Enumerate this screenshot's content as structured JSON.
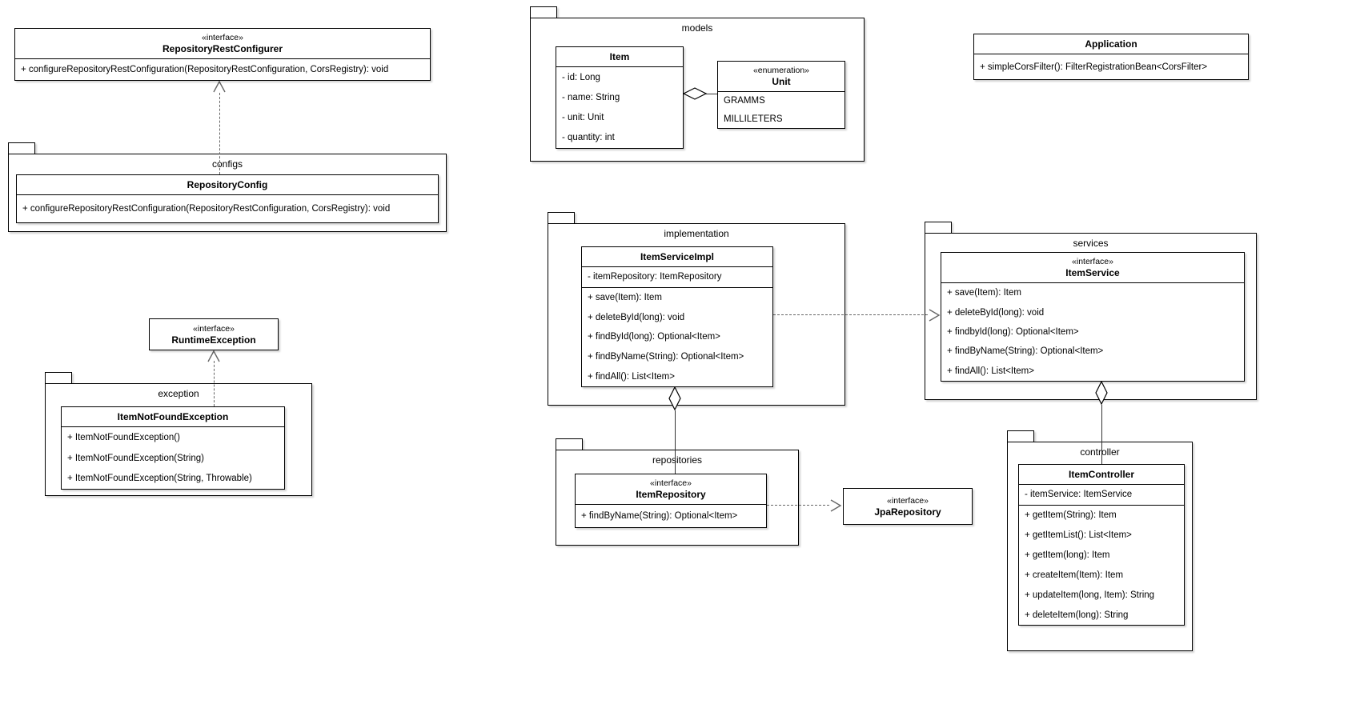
{
  "packages": {
    "configs": "configs",
    "exception": "exception",
    "models": "models",
    "implementation": "implementation",
    "services": "services",
    "repositories": "repositories",
    "controller": "controller"
  },
  "classes": {
    "repository_rest_configurer": {
      "stereotype": "«interface»",
      "name": "RepositoryRestConfigurer",
      "methods": [
        "+ configureRepositoryRestConfiguration(RepositoryRestConfiguration, CorsRegistry): void"
      ]
    },
    "repository_config": {
      "name": "RepositoryConfig",
      "methods": [
        "+ configureRepositoryRestConfiguration(RepositoryRestConfiguration, CorsRegistry): void"
      ]
    },
    "runtime_exception": {
      "stereotype": "«interface»",
      "name": "RuntimeException"
    },
    "item_not_found_exception": {
      "name": "ItemNotFoundException",
      "methods": [
        "+ ItemNotFoundException()",
        "+ ItemNotFoundException(String)",
        "+ ItemNotFoundException(String, Throwable)"
      ]
    },
    "item": {
      "name": "Item",
      "attributes": [
        "- id: Long",
        "- name: String",
        "- unit: Unit",
        "- quantity: int"
      ]
    },
    "unit": {
      "stereotype": "«enumeration»",
      "name": "Unit",
      "values": [
        "GRAMMS",
        "MILLILETERS"
      ]
    },
    "application": {
      "name": "Application",
      "methods": [
        "+ simpleCorsFilter(): FilterRegistrationBean<CorsFilter>"
      ]
    },
    "item_service_impl": {
      "name": "ItemServiceImpl",
      "attributes": [
        "- itemRepository: ItemRepository"
      ],
      "methods": [
        "+ save(Item): Item",
        "+ deleteById(long): void",
        "+ findById(long): Optional<Item>",
        "+ findByName(String): Optional<Item>",
        "+ findAll(): List<Item>"
      ]
    },
    "item_service": {
      "stereotype": "«interface»",
      "name": "ItemService",
      "methods": [
        "+ save(Item): Item",
        "+ deleteById(long): void",
        "+ findbyId(long): Optional<Item>",
        "+ findByName(String): Optional<Item>",
        "+ findAll(): List<Item>"
      ]
    },
    "item_repository": {
      "stereotype": "«interface»",
      "name": "ItemRepository",
      "methods": [
        "+ findByName(String): Optional<Item>"
      ]
    },
    "jpa_repository": {
      "stereotype": "«interface»",
      "name": "JpaRepository"
    },
    "item_controller": {
      "name": "ItemController",
      "attributes": [
        "- itemService: ItemService"
      ],
      "methods": [
        "+ getItem(String): Item",
        "+ getItemList(): List<Item>",
        "+ getItem(long): Item",
        "+ createItem(Item): Item",
        "+ updateItem(long, Item): String",
        "+ deleteItem(long): String"
      ]
    }
  },
  "relationships": [
    {
      "from": "RepositoryConfig",
      "to": "RepositoryRestConfigurer",
      "type": "realization"
    },
    {
      "from": "ItemNotFoundException",
      "to": "RuntimeException",
      "type": "realization"
    },
    {
      "from": "Item",
      "to": "Unit",
      "type": "aggregation"
    },
    {
      "from": "ItemServiceImpl",
      "to": "ItemService",
      "type": "realization"
    },
    {
      "from": "ItemServiceImpl",
      "to": "ItemRepository",
      "type": "aggregation"
    },
    {
      "from": "ItemRepository",
      "to": "JpaRepository",
      "type": "realization"
    },
    {
      "from": "ItemService",
      "to": "ItemController",
      "type": "aggregation"
    }
  ],
  "colors": {
    "background": "#ffffff",
    "shape_border": "#000000",
    "dashed_connector": "#666666",
    "solid_connector": "#333333"
  }
}
